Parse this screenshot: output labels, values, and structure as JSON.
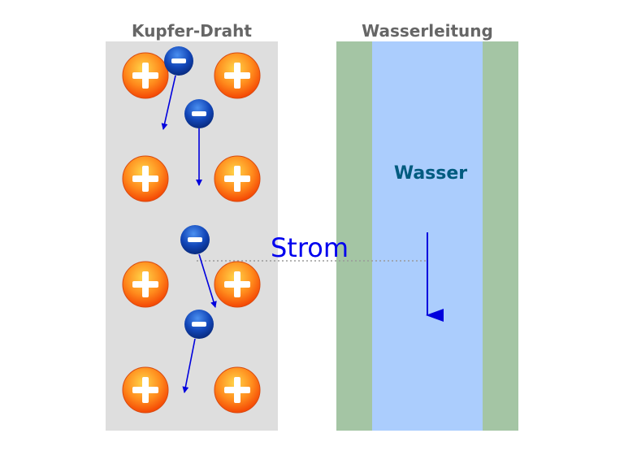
{
  "titles": {
    "wire": "Kupfer-Draht",
    "pipe": "Wasserleitung"
  },
  "labels": {
    "water": "Wasser",
    "current": "Strom"
  },
  "symbols": {
    "positive": "+",
    "negative": "−"
  },
  "colors": {
    "wire_background": "#dedede",
    "pipe_wall": "#a4c5a4",
    "pipe_water": "#abcdfd",
    "water_text": "#005b7f",
    "current_text": "#0000ee",
    "arrow": "#0000dd",
    "title_text": "#666666",
    "dotted_line": "#9a9a9a"
  },
  "counts": {
    "positive_ions": 8,
    "electrons": 4
  }
}
